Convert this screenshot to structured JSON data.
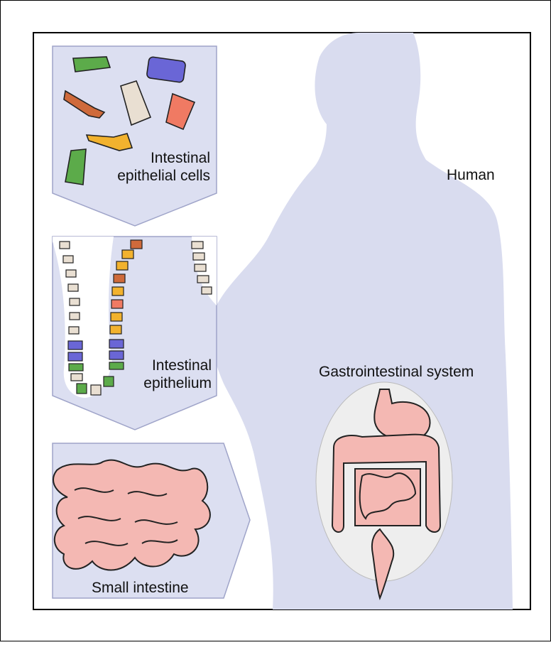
{
  "figure": {
    "panels": [
      {
        "id": "cells",
        "label": "Intestinal epithelial cells",
        "lines": [
          "Intestinal",
          "epithelial cells"
        ]
      },
      {
        "id": "epithelium",
        "label": "Intestinal epithelium",
        "lines": [
          "Intestinal",
          "epithelium"
        ]
      },
      {
        "id": "small-intestine",
        "label": "Small intestine",
        "lines": [
          "Small intestine"
        ]
      }
    ],
    "human_label": "Human",
    "gi_label": "Gastrointestinal system"
  },
  "colors": {
    "silhouette": "#d9dcef",
    "panel_fill": "#dcdff1",
    "panel_stroke": "#9fa4c9",
    "intestine": "#f4b8b3",
    "cell_green": "#5cab4a",
    "cell_blue": "#6a66d6",
    "cell_orange": "#cf6a3b",
    "cell_beige": "#e9dfd2",
    "cell_red": "#f07a63",
    "cell_yellow": "#f2b22e",
    "organ_background": "#eeeeee"
  }
}
